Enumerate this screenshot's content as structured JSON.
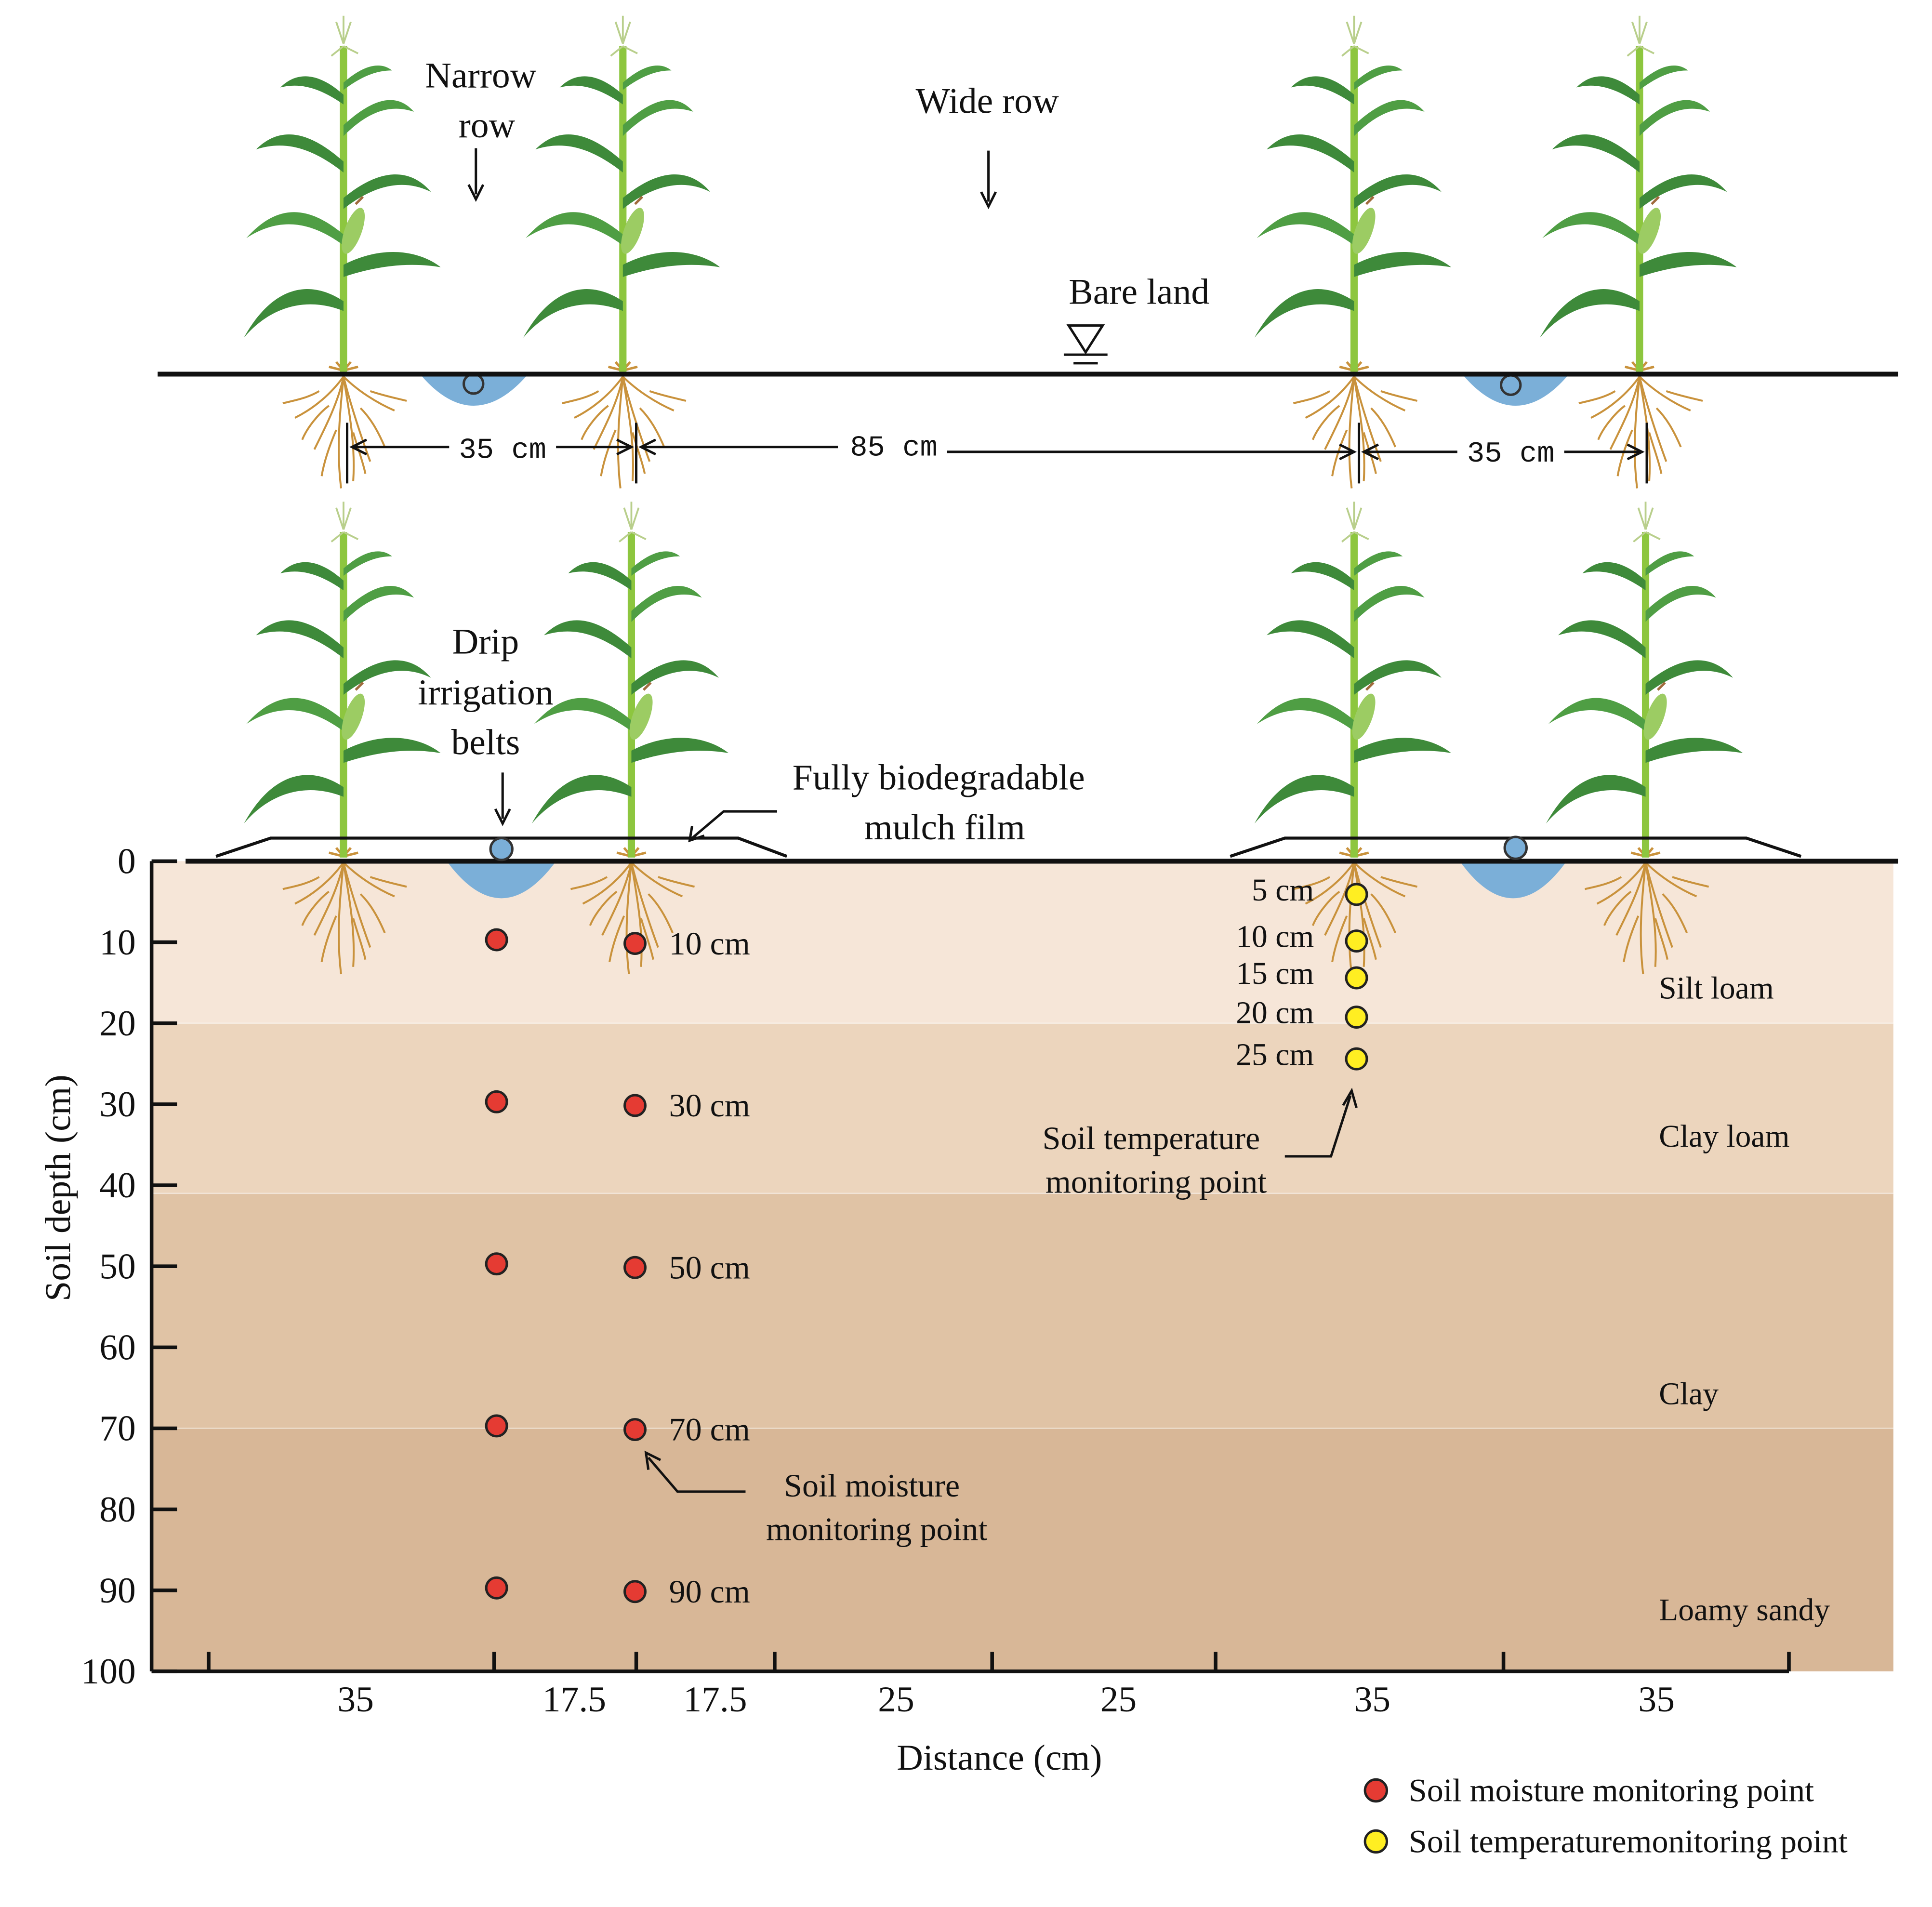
{
  "top_panel": {
    "narrow_row_line1": "Narrow",
    "narrow_row_line2": "row",
    "wide_row": "Wide row",
    "bare_land": "Bare land",
    "spacing": [
      "35  cm",
      "85  cm",
      "35  cm"
    ]
  },
  "bottom_panel": {
    "drip_line1": "Drip",
    "drip_line2": "irrigation",
    "drip_line3": "belts",
    "mulch_line1": "Fully biodegradable",
    "mulch_line2": "mulch film",
    "moisture_depths": [
      "10 cm",
      "30 cm",
      "50 cm",
      "70 cm",
      "90 cm"
    ],
    "moisture_label_line1": "Soil moisture",
    "moisture_label_line2": "monitoring point",
    "temperature_depths": [
      "5 cm",
      "10 cm",
      "15 cm",
      "20 cm",
      "25 cm"
    ],
    "temperature_label_line1": "Soil temperature",
    "temperature_label_line2": "monitoring point",
    "soil_layers": [
      {
        "name": "Silt loam",
        "from": 0,
        "to": 20,
        "color": "#f6e6d8"
      },
      {
        "name": "Clay loam",
        "from": 20,
        "to": 41,
        "color": "#ecd5bd"
      },
      {
        "name": "Clay",
        "from": 41,
        "to": 70,
        "color": "#e0c3a5"
      },
      {
        "name": "Loamy sandy",
        "from": 70,
        "to": 100,
        "color": "#d8b797"
      }
    ]
  },
  "axes": {
    "y_label": "Soil depth (cm)",
    "y_ticks": [
      "0",
      "10",
      "20",
      "30",
      "40",
      "50",
      "60",
      "70",
      "80",
      "90",
      "100"
    ],
    "x_label": "Distance (cm)",
    "x_segments": [
      "35",
      "17.5",
      "17.5",
      "25",
      "25",
      "35",
      "35"
    ]
  },
  "legend": {
    "moisture": "Soil moisture monitoring point",
    "temperature": "Soil temperaturemonitoring point"
  },
  "colors": {
    "moisture_point": "#e53b33",
    "temperature_point": "#ffee22",
    "water_wet_zone": "#7bafd8",
    "drip_pipe": "#7bafd8",
    "stem": "#8dc63f",
    "leaf": "#3e8a3a",
    "root": "#c9923c"
  }
}
